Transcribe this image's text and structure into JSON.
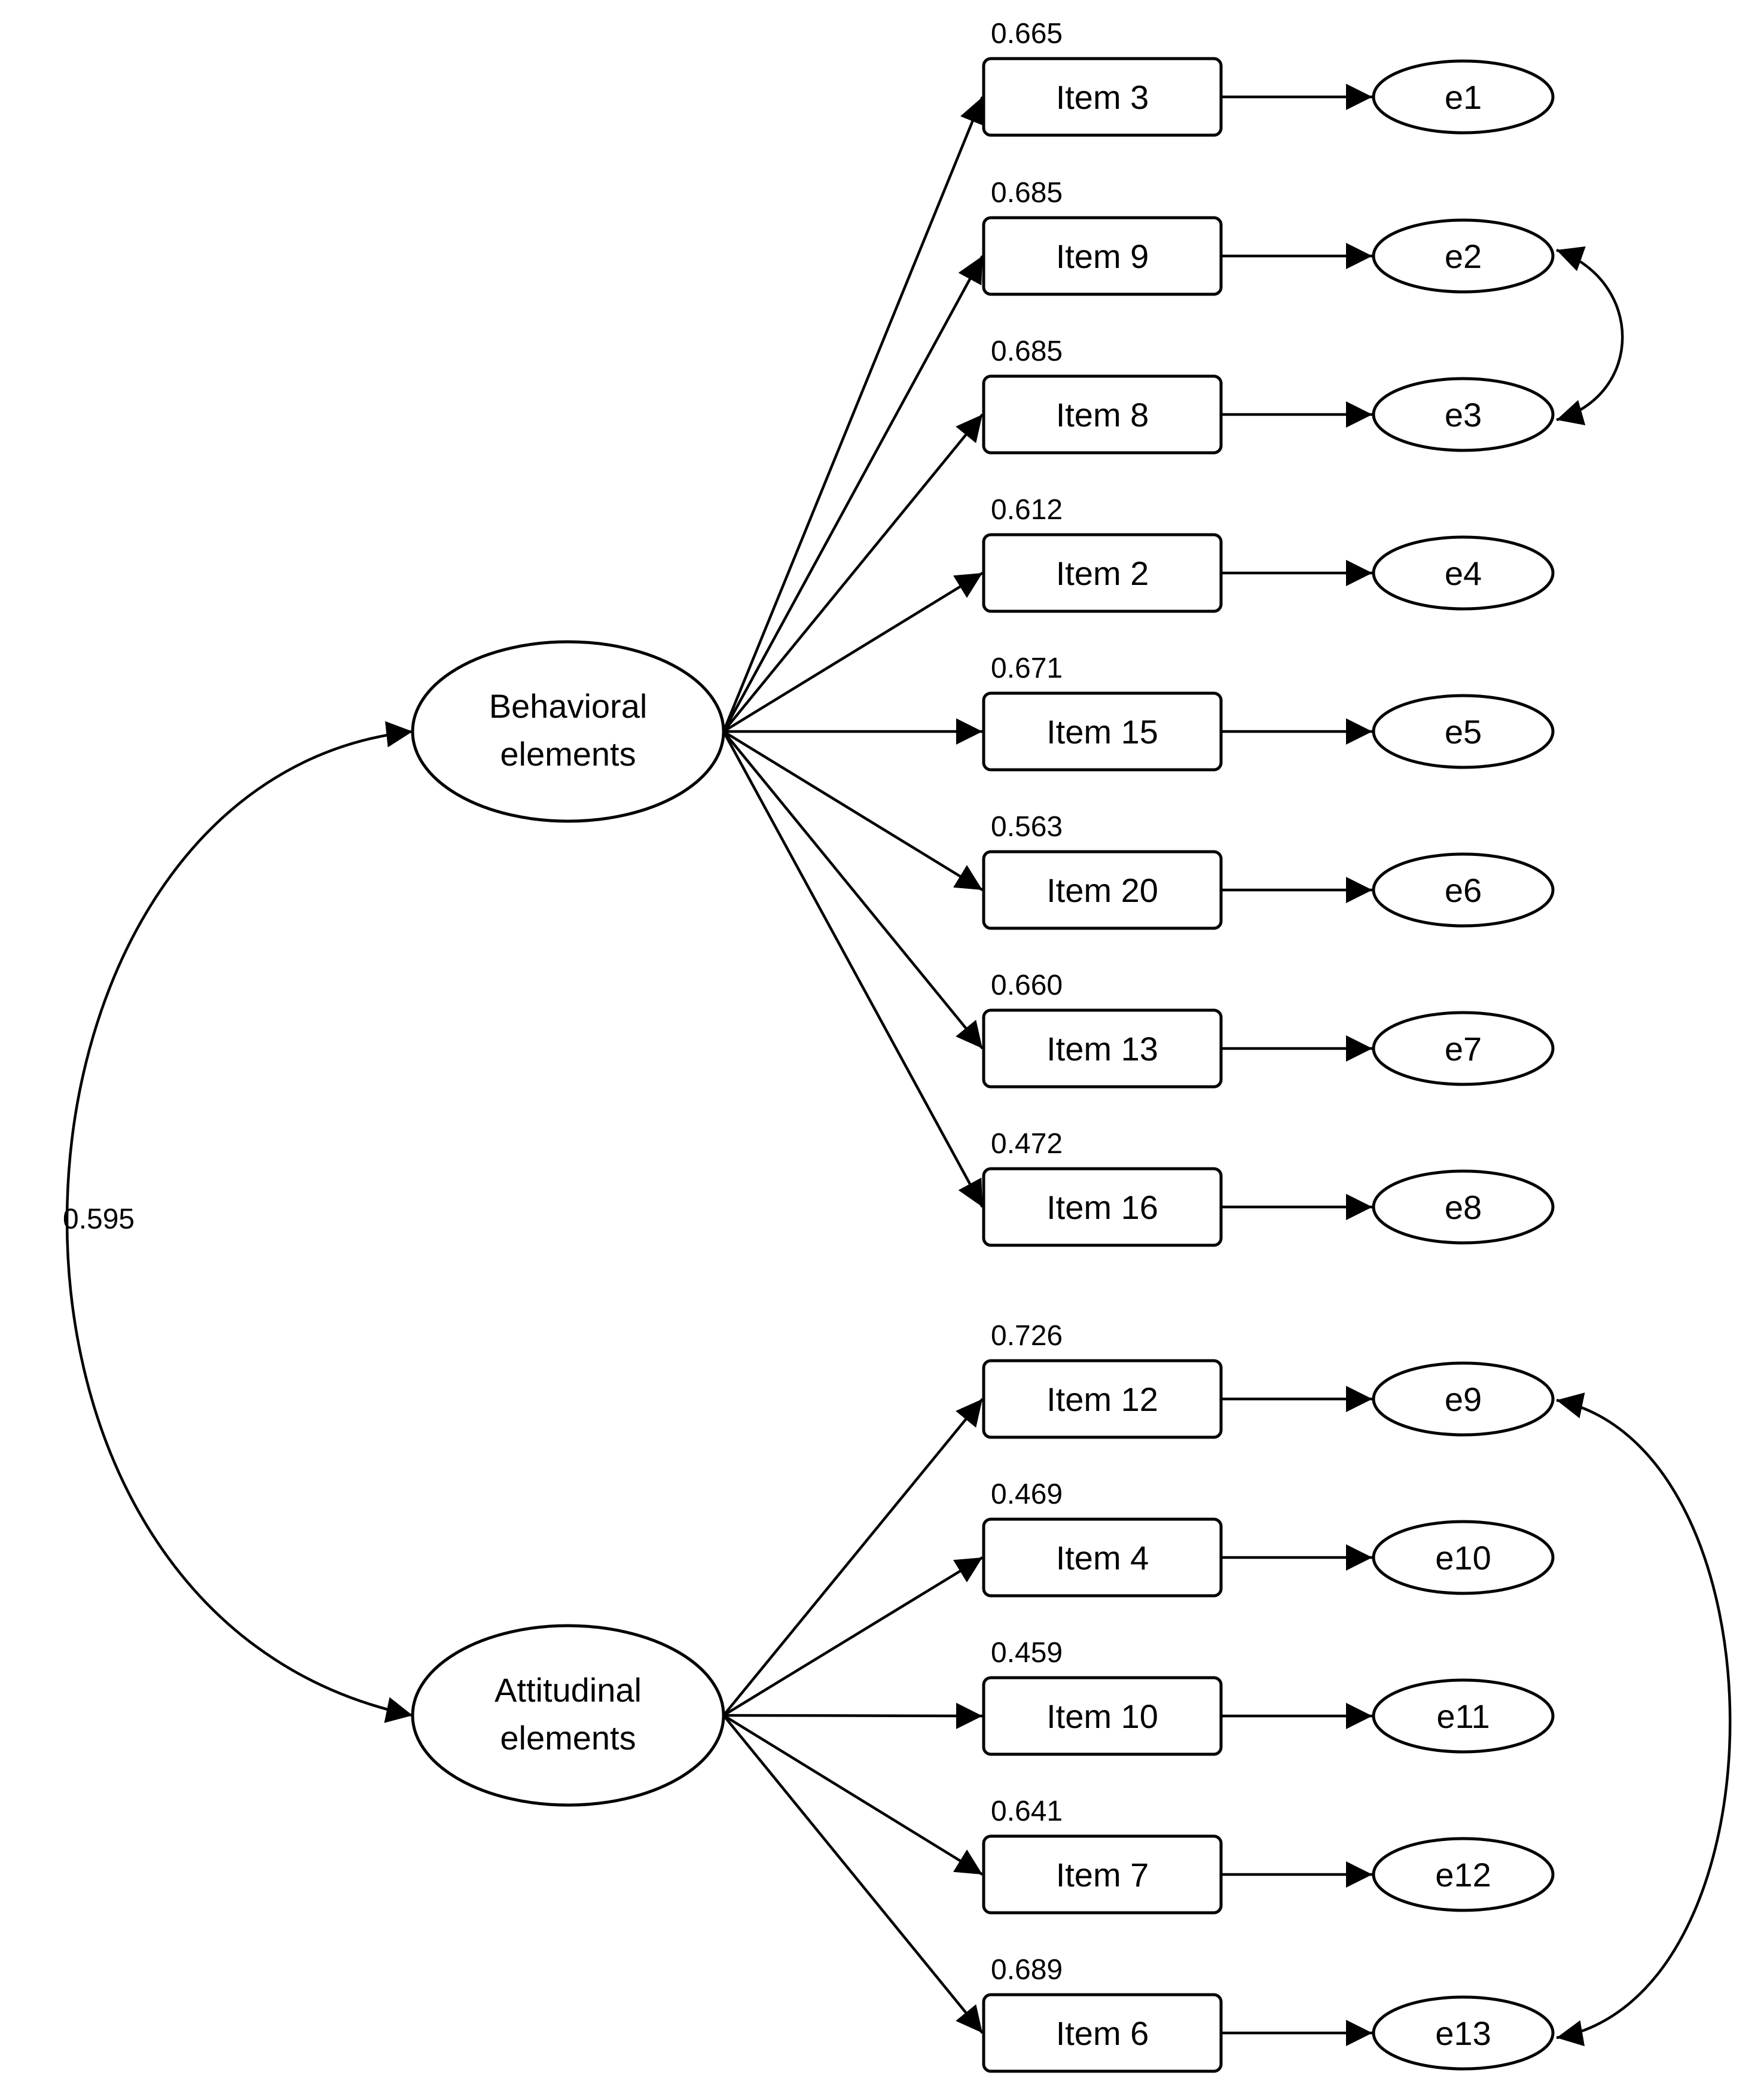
{
  "factors": [
    {
      "id": "behavioral",
      "lines": [
        "Behavioral",
        "elements"
      ]
    },
    {
      "id": "attitudinal",
      "lines": [
        "Attitudinal",
        "elements"
      ]
    }
  ],
  "factor_covariance": "0.595",
  "items": [
    {
      "label": "Item 3",
      "loading": "0.665",
      "error": "e1",
      "factor": "behavioral"
    },
    {
      "label": "Item 9",
      "loading": "0.685",
      "error": "e2",
      "factor": "behavioral"
    },
    {
      "label": "Item 8",
      "loading": "0.685",
      "error": "e3",
      "factor": "behavioral"
    },
    {
      "label": "Item 2",
      "loading": "0.612",
      "error": "e4",
      "factor": "behavioral"
    },
    {
      "label": "Item 15",
      "loading": "0.671",
      "error": "e5",
      "factor": "behavioral"
    },
    {
      "label": "Item 20",
      "loading": "0.563",
      "error": "e6",
      "factor": "behavioral"
    },
    {
      "label": "Item 13",
      "loading": "0.660",
      "error": "e7",
      "factor": "behavioral"
    },
    {
      "label": "Item 16",
      "loading": "0.472",
      "error": "e8",
      "factor": "behavioral"
    },
    {
      "label": "Item 12",
      "loading": "0.726",
      "error": "e9",
      "factor": "attitudinal"
    },
    {
      "label": "Item 4",
      "loading": "0.469",
      "error": "e10",
      "factor": "attitudinal"
    },
    {
      "label": "Item 10",
      "loading": "0.459",
      "error": "e11",
      "factor": "attitudinal"
    },
    {
      "label": "Item 7",
      "loading": "0.641",
      "error": "e12",
      "factor": "attitudinal"
    },
    {
      "label": "Item 6",
      "loading": "0.689",
      "error": "e13",
      "factor": "attitudinal"
    }
  ],
  "error_covariances": [
    {
      "from": "e2",
      "to": "e3"
    },
    {
      "from": "e9",
      "to": "e13"
    }
  ]
}
